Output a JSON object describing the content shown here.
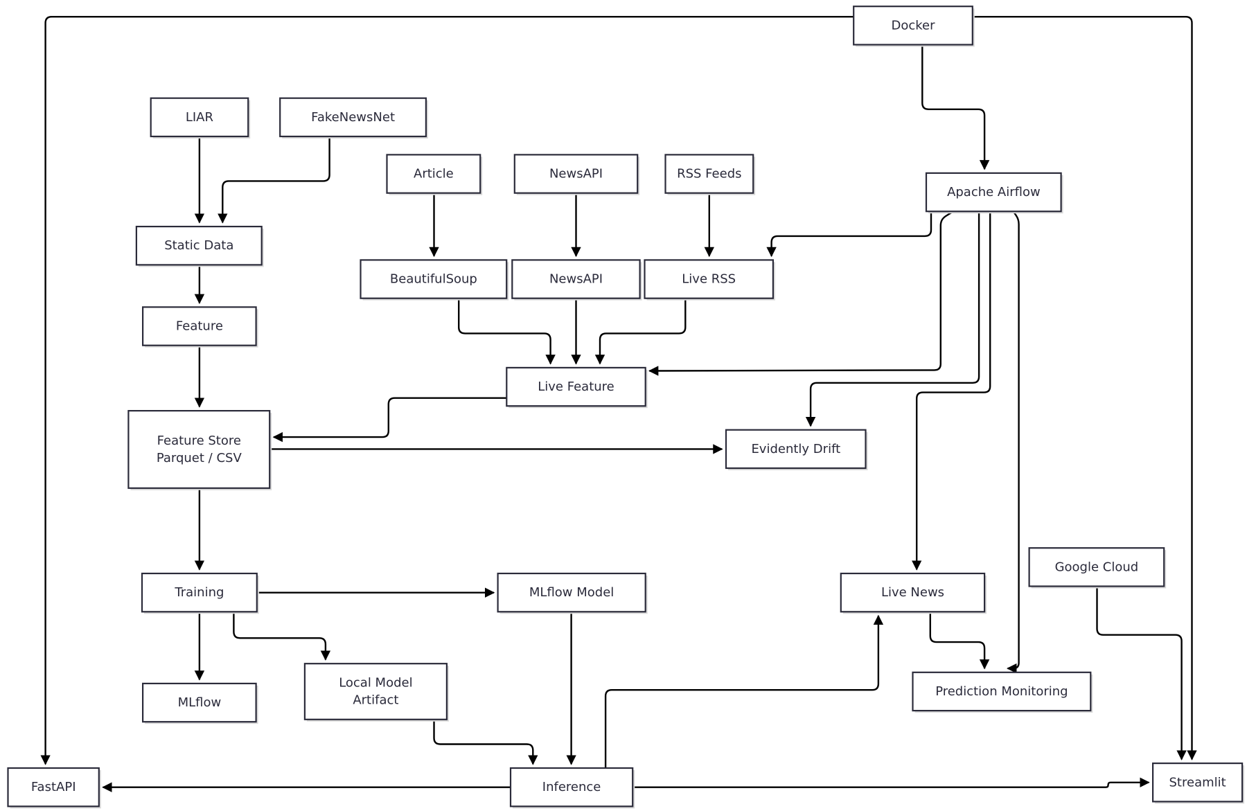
{
  "nodes": [
    {
      "id": "docker",
      "lines": [
        "Docker"
      ]
    },
    {
      "id": "liar",
      "lines": [
        "LIAR"
      ]
    },
    {
      "id": "fakenewsnet",
      "lines": [
        "FakeNewsNet"
      ]
    },
    {
      "id": "article",
      "lines": [
        "Article"
      ]
    },
    {
      "id": "newsapi-source",
      "lines": [
        "NewsAPI"
      ]
    },
    {
      "id": "rss-feeds",
      "lines": [
        "RSS Feeds"
      ]
    },
    {
      "id": "apache-airflow",
      "lines": [
        "Apache Airflow"
      ]
    },
    {
      "id": "static-data",
      "lines": [
        "Static Data"
      ]
    },
    {
      "id": "beautifulsoup",
      "lines": [
        "BeautifulSoup"
      ]
    },
    {
      "id": "newsapi-ingest",
      "lines": [
        "NewsAPI"
      ]
    },
    {
      "id": "live-rss",
      "lines": [
        "Live RSS"
      ]
    },
    {
      "id": "feature",
      "lines": [
        "Feature"
      ]
    },
    {
      "id": "live-feature",
      "lines": [
        "Live Feature"
      ]
    },
    {
      "id": "feature-store",
      "lines": [
        "Feature Store",
        "Parquet / CSV"
      ]
    },
    {
      "id": "evidently-drift",
      "lines": [
        "Evidently Drift"
      ]
    },
    {
      "id": "training",
      "lines": [
        "Training"
      ]
    },
    {
      "id": "mlflow-model",
      "lines": [
        "MLflow Model"
      ]
    },
    {
      "id": "live-news",
      "lines": [
        "Live News"
      ]
    },
    {
      "id": "google-cloud",
      "lines": [
        "Google Cloud"
      ]
    },
    {
      "id": "mlflow",
      "lines": [
        "MLflow"
      ]
    },
    {
      "id": "local-model-artifact",
      "lines": [
        "Local Model",
        "Artifact"
      ]
    },
    {
      "id": "prediction-monitoring",
      "lines": [
        "Prediction Monitoring"
      ]
    },
    {
      "id": "fastapi",
      "lines": [
        "FastAPI"
      ]
    },
    {
      "id": "inference",
      "lines": [
        "Inference"
      ]
    },
    {
      "id": "streamlit",
      "lines": [
        "Streamlit"
      ]
    }
  ],
  "edges": [
    {
      "from": "docker",
      "to": "fastapi"
    },
    {
      "from": "docker",
      "to": "streamlit"
    },
    {
      "from": "docker",
      "to": "apache-airflow"
    },
    {
      "from": "liar",
      "to": "static-data"
    },
    {
      "from": "fakenewsnet",
      "to": "static-data"
    },
    {
      "from": "static-data",
      "to": "feature"
    },
    {
      "from": "feature",
      "to": "feature-store"
    },
    {
      "from": "article",
      "to": "beautifulsoup"
    },
    {
      "from": "newsapi-source",
      "to": "newsapi-ingest"
    },
    {
      "from": "rss-feeds",
      "to": "live-rss"
    },
    {
      "from": "apache-airflow",
      "to": "live-rss"
    },
    {
      "from": "apache-airflow",
      "to": "live-feature"
    },
    {
      "from": "apache-airflow",
      "to": "evidently-drift"
    },
    {
      "from": "apache-airflow",
      "to": "live-news"
    },
    {
      "from": "apache-airflow",
      "to": "prediction-monitoring"
    },
    {
      "from": "beautifulsoup",
      "to": "live-feature"
    },
    {
      "from": "newsapi-ingest",
      "to": "live-feature"
    },
    {
      "from": "live-rss",
      "to": "live-feature"
    },
    {
      "from": "live-feature",
      "to": "feature-store"
    },
    {
      "from": "feature-store",
      "to": "evidently-drift"
    },
    {
      "from": "feature-store",
      "to": "training"
    },
    {
      "from": "training",
      "to": "mlflow-model"
    },
    {
      "from": "training",
      "to": "mlflow"
    },
    {
      "from": "training",
      "to": "local-model-artifact"
    },
    {
      "from": "mlflow-model",
      "to": "inference"
    },
    {
      "from": "local-model-artifact",
      "to": "inference"
    },
    {
      "from": "inference",
      "to": "fastapi"
    },
    {
      "from": "inference",
      "to": "streamlit"
    },
    {
      "from": "inference",
      "to": "live-news"
    },
    {
      "from": "live-news",
      "to": "prediction-monitoring"
    },
    {
      "from": "google-cloud",
      "to": "streamlit"
    }
  ]
}
